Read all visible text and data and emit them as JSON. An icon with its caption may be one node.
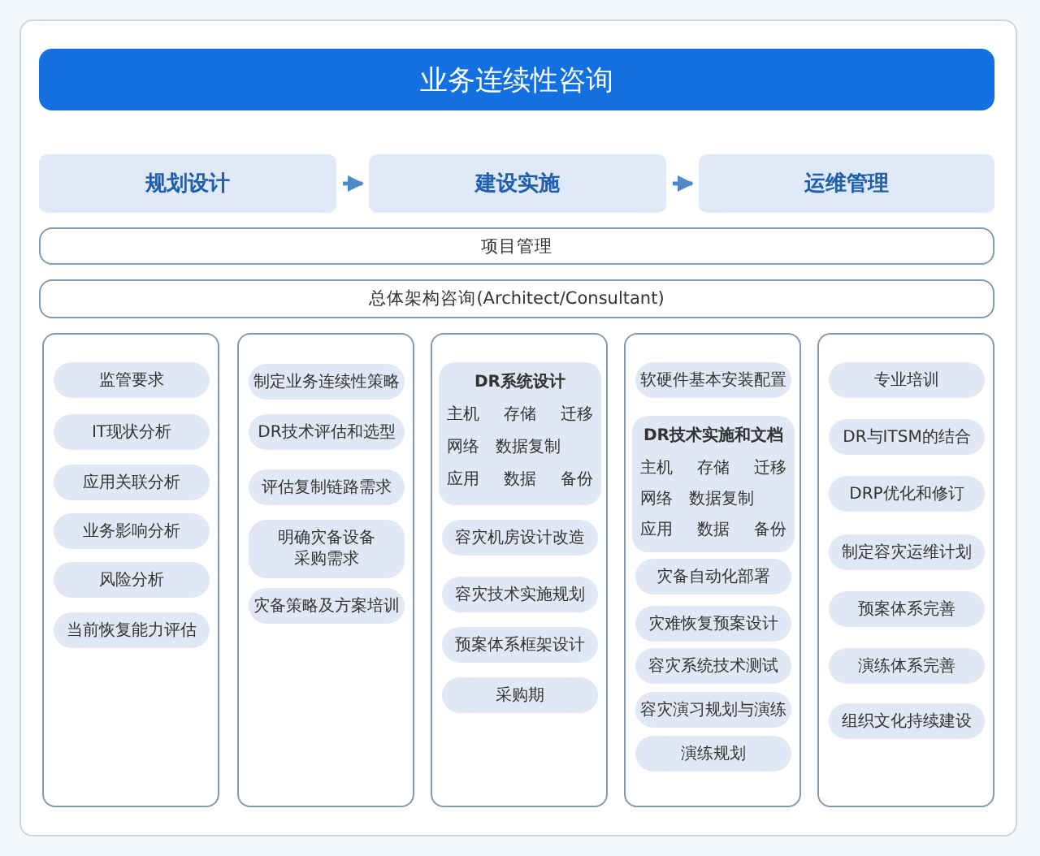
{
  "diagram": {
    "nodes": [
      {
        "text": [
          "业务连续性咨询"
        ]
      },
      {
        "text": [
          "规划设计"
        ]
      },
      {
        "text": [
          "建设实施"
        ]
      },
      {
        "text": [
          "运维管理"
        ]
      },
      {
        "text": [
          "项目管理"
        ]
      },
      {
        "text": [
          "总体架构咨询(Architect/Consultant)"
        ]
      },
      {
        "text": [],
        "shape": "box"
      },
      {
        "text": [
          "监管要求"
        ],
        "in": 6
      },
      {
        "text": [
          "IT现状分析"
        ],
        "in": 6
      },
      {
        "text": [
          "应用关联分析"
        ],
        "in": 6
      },
      {
        "text": [
          "业务影响分析"
        ],
        "in": 6
      },
      {
        "text": [
          "风险分析"
        ],
        "in": 6
      },
      {
        "text": [
          "当前恢复能力评估"
        ],
        "in": 6
      },
      {
        "text": [],
        "shape": "box"
      },
      {
        "text": [
          "制定业务连续性策略"
        ],
        "in": 13
      },
      {
        "text": [
          "DR技术评估和选型"
        ],
        "in": 13
      },
      {
        "text": [
          "评估复制链路需求"
        ],
        "in": 13
      },
      {
        "text": [
          "明确灾备设备采购需求"
        ],
        "in": 13
      },
      {
        "text": [
          "灾备策略及方案培训"
        ],
        "in": 13
      },
      {
        "text": [],
        "shape": "box"
      },
      {
        "text": [
          "DR系统设计",
          "主机",
          "存储",
          "迁移",
          "网络",
          "数据复制",
          "应用",
          "数据",
          "备份"
        ],
        "in": 19
      },
      {
        "text": [
          "容灾机房设计改造"
        ],
        "in": 19
      },
      {
        "text": [
          "容灾技术实施规划"
        ],
        "in": 19
      },
      {
        "text": [
          "预案体系框架设计"
        ],
        "in": 19
      },
      {
        "text": [
          "采购期"
        ],
        "in": 19
      },
      {
        "text": [],
        "shape": "box"
      },
      {
        "text": [
          "软硬件基本安装配置"
        ],
        "in": 25
      },
      {
        "text": [
          "DR技术实施和文档",
          "主机",
          "存储",
          "迁移",
          "网络",
          "数据复制",
          "应用",
          "数据",
          "备份"
        ],
        "in": 25
      },
      {
        "text": [
          "灾备自动化部署"
        ],
        "in": 25
      },
      {
        "text": [
          "灾难恢复预案设计"
        ],
        "in": 25
      },
      {
        "text": [
          "容灾系统技术测试"
        ],
        "in": 25
      },
      {
        "text": [
          "容灾演习规划与演练"
        ],
        "in": 25
      },
      {
        "text": [
          "演练规划"
        ],
        "in": 25
      },
      {
        "text": [],
        "shape": "box"
      },
      {
        "text": [
          "专业培训"
        ],
        "in": 33
      },
      {
        "text": [
          "DR与ITSM的结合"
        ],
        "in": 33
      },
      {
        "text": [
          "DRP优化和修订"
        ],
        "in": 33
      },
      {
        "text": [
          "制定容灾运维计划"
        ],
        "in": 33
      },
      {
        "text": [
          "预案体系完善"
        ],
        "in": 33
      },
      {
        "text": [
          "演练体系完善"
        ],
        "in": 33
      },
      {
        "text": [
          "组织文化持续建设"
        ],
        "in": 33
      }
    ],
    "edges": [
      {
        "from": 1,
        "to": 2,
        "arrow": "to"
      },
      {
        "from": 2,
        "to": 3,
        "arrow": "to"
      }
    ]
  }
}
